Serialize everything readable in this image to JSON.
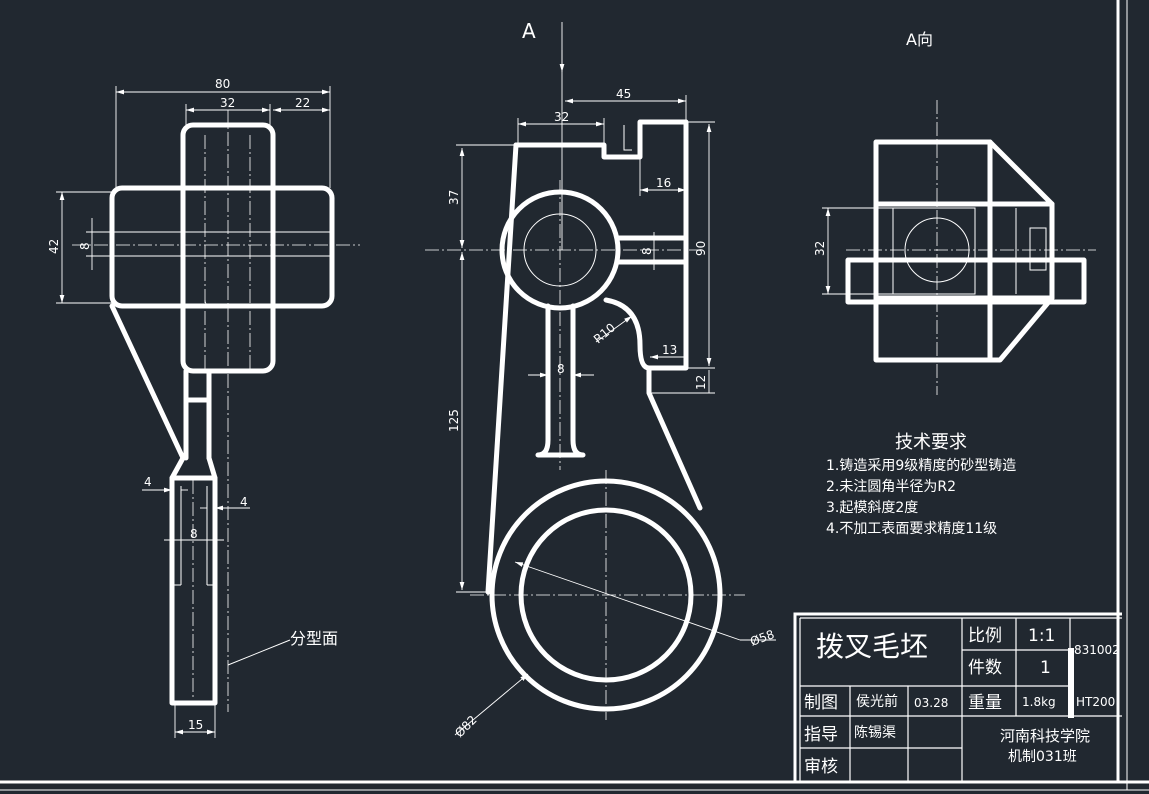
{
  "views": {
    "view_mark": "A",
    "view_title": "A向",
    "parting_label": "分型面"
  },
  "dimensions": {
    "d80": "80",
    "d32a": "32",
    "d22": "22",
    "d42": "42",
    "d8a": "8",
    "d4a": "4",
    "d4b": "4",
    "d8b": "8",
    "d15": "15",
    "d45": "45",
    "d32b": "32",
    "d16": "16",
    "d37": "37",
    "d90": "90",
    "d8c": "8",
    "d8d": "8",
    "d13": "13",
    "d12": "12",
    "d125": "125",
    "r10": "R10",
    "phi58": "Ø58",
    "phi82": "Ø82",
    "d32c": "32"
  },
  "requirements": {
    "title": "技术要求",
    "items": [
      "1.铸造采用9级精度的砂型铸造",
      "2.未注圆角半径为R2",
      "3.起模斜度2度",
      "4.不加工表面要求精度11级"
    ]
  },
  "title_block": {
    "part_name": "拨叉毛坯",
    "scale_label": "比例",
    "scale_value": "1:1",
    "qty_label": "件数",
    "qty_value": "1",
    "drawing_no": "831002",
    "drawn_label": "制图",
    "drawn_name": "侯光前",
    "drawn_date": "03.28",
    "weight_label": "重量",
    "weight_value": "1.8kg",
    "material": "HT200",
    "guide_label": "指导",
    "guide_name": "陈锡渠",
    "review_label": "审核",
    "school": "河南科技学院",
    "class_name": "机制031班"
  },
  "colors": {
    "background": "#212830",
    "lines": "#ffffff"
  }
}
